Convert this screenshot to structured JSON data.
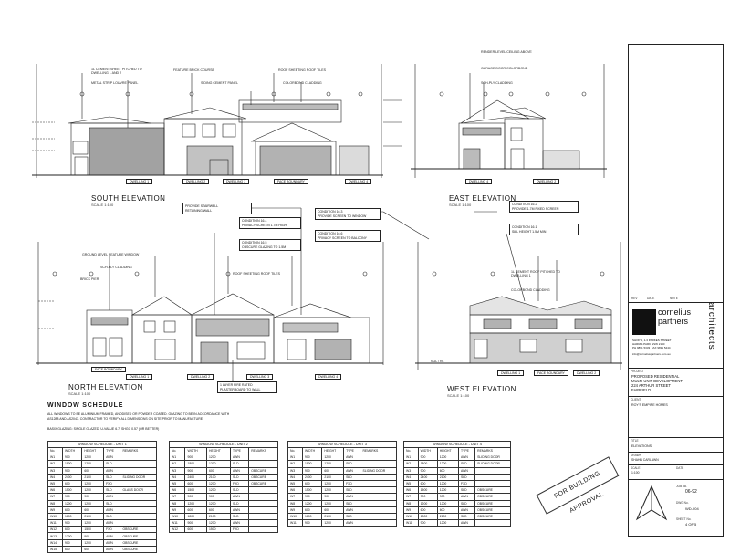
{
  "elevations": {
    "south": {
      "title": "SOUTH ELEVATION",
      "scale": "SCALE 1:100"
    },
    "east": {
      "title": "EAST ELEVATION",
      "scale": "SCALE 1:100"
    },
    "north": {
      "title": "NORTH ELEVATION",
      "scale": "SCALE 1:100"
    },
    "west": {
      "title": "WEST ELEVATION",
      "scale": "SCALE 1:100"
    }
  },
  "tags": {
    "south_dwelling1": "DWELLING 1",
    "south_dwelling2": "DWELLING 2",
    "south_dwelling3": "DWELLING 3",
    "south_dwelling4": "DWELLING 4",
    "south_face_boundary": "FACE BOUNDARY",
    "east_dwelling4": "DWELLING 4",
    "east_dwelling2": "DWELLING 2",
    "north_dwelling1": "DWELLING 1",
    "north_dwelling2": "DWELLING 2",
    "north_dwelling3": "DWELLING 3",
    "north_dwelling4": "DWELLING 4",
    "north_face_boundary": "FACE BOUNDARY",
    "west_dwelling1": "DWELLING 1",
    "west_face_boundary": "FACE BOUNDARY",
    "west_dwelling2": "DWELLING 2",
    "ngl": "NGL / RL"
  },
  "callouts": {
    "s1": "1L CEMENT SHEET PITCHED TO\nDWELLING 1 AND 2",
    "s2": "FEATURE BRICK COURSE",
    "s3": "ROOF SHEETING ROOF TILES",
    "s4": "METAL STRIP LOUVRE PANEL",
    "s5": "SIDING CEMENT PANEL",
    "s6": "COLORBOND CLADDING",
    "e1": "RENDER LEVEL CEILING ABOVE",
    "e2": "GARAGE DOOR COLORBOND",
    "e3": "SCH-PLY CLADDING",
    "n1": "GROUND LEVEL FEATURE WINDOW",
    "n2": "SCH-PLY CLADDING",
    "n3": "ROOF SHEETING ROOF TILES",
    "n4": "BRICK PIER",
    "w1": "1L CEMENT ROOF PITCHED TO\nDWELLING 1",
    "w2": "COLORBOND CLADDING"
  },
  "notes": {
    "n_a": "PROVIDE STAIRWELL\nRETAINING WALL",
    "n_b": "CONDITION 16.4\nPRIVACY SCREEN 1.7M HIGH",
    "n_c": "CONDITION 16.5\nOBSCURE GLAZING TO 1.5M",
    "n_d": "CONDITION 16.3\nPROVIDE SCREEN TO WINDOW",
    "n_e": "CONDITION 16.6\nPRIVACY SCREEN TO BALCONY",
    "n_f": "CONDITION 16.2\nPROVIDE 1.7M FIXED SCREEN",
    "n_g": "CONDITION 16.1\nSILL HEIGHT 1.5M MIN",
    "n_h": "1 LAYER FIRE RATED\nPLASTERBOARD TO WALL"
  },
  "schedule": {
    "title": "WINDOW SCHEDULE",
    "note1": "ALL WINDOWS TO BE ALUMINIUM FRAMED, ANODISED OR POWDER COATED. GLAZING TO BE IN ACCORDANCE WITH AS1288 AND AS2047. CONTRACTOR TO VERIFY ALL DIMENSIONS ON SITE PRIOR TO MANUFACTURE.",
    "note2": "BASIX GLAZING: SINGLE GLAZED, U-VALUE 6.7, SHGC 0.57 (OR BETTER)",
    "tables": [
      {
        "caption": "WINDOW SCHEDULE - UNIT 1",
        "headers": [
          "No.",
          "WIDTH",
          "HEIGHT",
          "TYPE",
          "REMARKS"
        ],
        "rows": [
          [
            "W1",
            "900",
            "1200",
            "AWN",
            ""
          ],
          [
            "W2",
            "1800",
            "1200",
            "SLD",
            ""
          ],
          [
            "W3",
            "900",
            "600",
            "AWN",
            ""
          ],
          [
            "W4",
            "2400",
            "2100",
            "SLD",
            "SLIDING DOOR"
          ],
          [
            "W5",
            "600",
            "1200",
            "FXD",
            ""
          ],
          [
            "W6",
            "1500",
            "1200",
            "SLD",
            "GLASS DOOR"
          ],
          [
            "W7",
            "900",
            "900",
            "AWN",
            ""
          ],
          [
            "W8",
            "1200",
            "1200",
            "SLD",
            ""
          ],
          [
            "W9",
            "600",
            "600",
            "AWN",
            ""
          ],
          [
            "W10",
            "1800",
            "2100",
            "SLD",
            ""
          ],
          [
            "W11",
            "900",
            "1200",
            "AWN",
            ""
          ],
          [
            "W12",
            "600",
            "1500",
            "FXD",
            "OBSCURE"
          ],
          [
            "W13",
            "1200",
            "900",
            "AWN",
            "OBSCURE"
          ],
          [
            "W14",
            "900",
            "1200",
            "AWN",
            "OBSCURE"
          ],
          [
            "W15",
            "600",
            "600",
            "AWN",
            "OBSCURE"
          ]
        ]
      },
      {
        "caption": "WINDOW SCHEDULE - UNIT 2",
        "headers": [
          "No.",
          "WIDTH",
          "HEIGHT",
          "TYPE",
          "REMARKS"
        ],
        "rows": [
          [
            "W1",
            "900",
            "1200",
            "AWN",
            ""
          ],
          [
            "W2",
            "1800",
            "1200",
            "SLD",
            ""
          ],
          [
            "W3",
            "900",
            "600",
            "AWN",
            "OBSCURE"
          ],
          [
            "W4",
            "2400",
            "2100",
            "SLD",
            "OBSCURE"
          ],
          [
            "W5",
            "600",
            "1200",
            "FXD",
            "OBSCURE"
          ],
          [
            "W6",
            "1500",
            "1200",
            "SLD",
            ""
          ],
          [
            "W7",
            "900",
            "900",
            "AWN",
            ""
          ],
          [
            "W8",
            "1200",
            "1200",
            "SLD",
            ""
          ],
          [
            "W9",
            "600",
            "600",
            "AWN",
            ""
          ],
          [
            "W10",
            "1800",
            "2100",
            "SLD",
            ""
          ],
          [
            "W11",
            "900",
            "1200",
            "AWN",
            ""
          ],
          [
            "W12",
            "600",
            "1500",
            "FXD",
            ""
          ]
        ]
      },
      {
        "caption": "WINDOW SCHEDULE - UNIT 3",
        "headers": [
          "No.",
          "WIDTH",
          "HEIGHT",
          "TYPE",
          "REMARKS"
        ],
        "rows": [
          [
            "W1",
            "900",
            "1200",
            "AWN",
            ""
          ],
          [
            "W2",
            "1800",
            "1200",
            "SLD",
            ""
          ],
          [
            "W3",
            "900",
            "600",
            "AWN",
            "SLIDING DOOR"
          ],
          [
            "W4",
            "2400",
            "2100",
            "SLD",
            ""
          ],
          [
            "W5",
            "600",
            "1200",
            "FXD",
            ""
          ],
          [
            "W6",
            "1500",
            "1200",
            "SLD",
            ""
          ],
          [
            "W7",
            "900",
            "900",
            "AWN",
            ""
          ],
          [
            "W8",
            "1200",
            "1200",
            "SLD",
            ""
          ],
          [
            "W9",
            "600",
            "600",
            "AWN",
            ""
          ],
          [
            "W10",
            "1800",
            "2100",
            "SLD",
            ""
          ],
          [
            "W11",
            "900",
            "1200",
            "AWN",
            ""
          ]
        ]
      },
      {
        "caption": "WINDOW SCHEDULE - UNIT 4",
        "headers": [
          "No.",
          "WIDTH",
          "HEIGHT",
          "TYPE",
          "REMARKS"
        ],
        "rows": [
          [
            "W1",
            "900",
            "1200",
            "AWN",
            "SLIDING DOOR"
          ],
          [
            "W2",
            "1800",
            "1200",
            "SLD",
            "SLIDING DOOR"
          ],
          [
            "W3",
            "900",
            "600",
            "AWN",
            ""
          ],
          [
            "W4",
            "2400",
            "2100",
            "SLD",
            ""
          ],
          [
            "W5",
            "600",
            "1200",
            "FXD",
            ""
          ],
          [
            "W6",
            "1500",
            "1200",
            "SLD",
            "OBSCURE"
          ],
          [
            "W7",
            "900",
            "900",
            "AWN",
            "OBSCURE"
          ],
          [
            "W8",
            "1200",
            "1200",
            "SLD",
            "OBSCURE"
          ],
          [
            "W9",
            "600",
            "600",
            "AWN",
            "OBSCURE"
          ],
          [
            "W10",
            "1800",
            "2100",
            "SLD",
            "OBSCURE"
          ],
          [
            "W11",
            "900",
            "1200",
            "AWN",
            ""
          ]
        ]
      }
    ]
  },
  "title_block": {
    "rev_headers": [
      "REV",
      "DATE",
      "NOTE"
    ],
    "firm_line1": "cornelius",
    "firm_line2": "partners",
    "firm_vertical": "architects",
    "firm_address": "SHOP 4, 1-3 PARKES STREET\nHARRIS PARK NSW 2150\nPH 9891 5333  FAX 9891 5444",
    "firm_email": "info@corneliuspartners.com.au",
    "project_label": "PROJECT",
    "project": "PROPOSED RESIDENTIAL\nMULTI UNIT DEVELOPMENT\n224 ARTHUR STREET\nFAIRFIELD",
    "client_label": "CLIENT",
    "client": "ROY'S EMPIRE HOMES",
    "title_label": "TITLE",
    "title": "ELEVATIONS",
    "drawn_label": "DRAWN",
    "drawn": "SHAHN CARLAWN",
    "scale_label": "SCALE",
    "scale": "1:100",
    "date_label": "DATE",
    "job_label": "JOB No.",
    "job": "06-92",
    "dwg_label": "DWG No.",
    "dwg": "WD-004",
    "sheet_label": "SHEET No.",
    "sheet": "4 OF 5"
  },
  "stamp": "FOR BUILDING APPROVAL"
}
